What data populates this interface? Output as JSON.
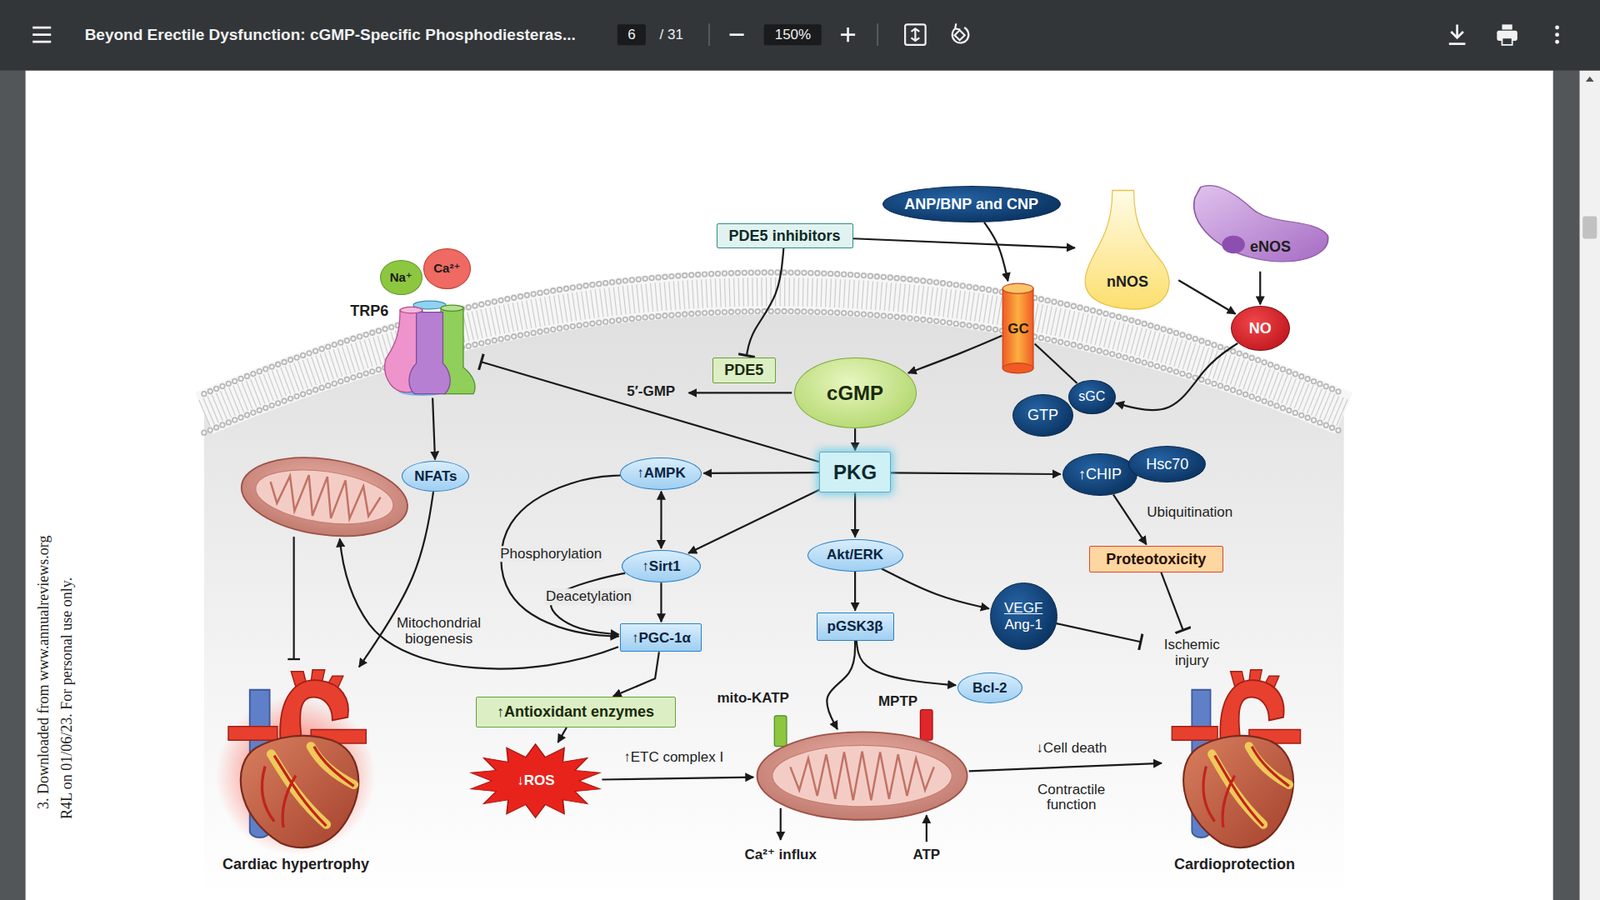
{
  "diagram": {
    "nodes": [
      {
        "text": [
          "ANP/BNP and CNP"
        ]
      },
      {
        "text": [
          "PDE5 inhibitors"
        ]
      },
      {
        "text": [
          "nNOS"
        ]
      },
      {
        "text": [
          "eNOS"
        ]
      },
      {
        "text": [
          "Na⁺"
        ]
      },
      {
        "text": [
          "Ca²⁺"
        ]
      },
      {
        "text": [
          "TRP6"
        ]
      },
      {
        "text": [
          "GC"
        ]
      },
      {
        "text": [
          "NO"
        ]
      },
      {
        "text": [
          "PDE5"
        ]
      },
      {
        "text": [
          "cGMP"
        ]
      },
      {
        "text": [
          "sGC"
        ]
      },
      {
        "text": [
          "GTP"
        ]
      },
      {
        "text": [
          "NFATs"
        ]
      },
      {
        "text": [
          "↑AMPK"
        ]
      },
      {
        "text": [
          "PKG"
        ]
      },
      {
        "text": [
          "↑CHIP"
        ]
      },
      {
        "text": [
          "Hsc70"
        ]
      },
      {
        "text": [
          "↑Sirt1"
        ]
      },
      {
        "text": [
          "Akt/ERK"
        ]
      },
      {
        "text": [
          "Proteotoxicity"
        ]
      },
      {
        "text": [
          "↑PGC-1α"
        ]
      },
      {
        "text": [
          "pGSK3β"
        ]
      },
      {
        "text": [
          "VEGF",
          "Ang-1"
        ]
      },
      {
        "text": [
          "Bcl-2"
        ]
      },
      {
        "text": [
          "↑Antioxidant enzymes"
        ]
      },
      {
        "text": [
          "↓ROS"
        ]
      },
      {
        "text": [
          "mito-KATP",
          "MPTP"
        ]
      },
      {
        "text": [
          "Cardiac hypertrophy"
        ]
      },
      {
        "text": [
          "Cardioprotection"
        ]
      },
      {
        "text": [
          "Ischemic injury"
        ]
      }
    ],
    "edges": [
      {
        "from": 1,
        "to": 2,
        "arrow": "to"
      },
      {
        "from": 1,
        "to": 9,
        "arrow": "to"
      },
      {
        "from": 0,
        "to": 7,
        "arrow": "to"
      },
      {
        "from": 2,
        "to": 8,
        "arrow": "to"
      },
      {
        "from": 3,
        "to": 8,
        "arrow": "to"
      },
      {
        "from": 8,
        "to": 11,
        "arrow": "to"
      },
      {
        "from": 7,
        "to": 10,
        "arrow": "to"
      },
      {
        "from": 11,
        "to": 7,
        "arrow": "none"
      },
      {
        "from": 10,
        "to": 15,
        "arrow": "to"
      },
      {
        "from": 15,
        "to": 6,
        "arrow": "to"
      },
      {
        "from": 6,
        "to": 13,
        "arrow": "to"
      },
      {
        "from": 13,
        "to": 28,
        "arrow": "to"
      },
      {
        "from": 15,
        "to": 14,
        "arrow": "to"
      },
      {
        "from": 15,
        "to": 18,
        "arrow": "to"
      },
      {
        "from": 15,
        "to": 19,
        "arrow": "to"
      },
      {
        "from": 15,
        "to": 16,
        "arrow": "to"
      },
      {
        "from": 14,
        "to": 18,
        "arrow": "both"
      },
      {
        "from": 14,
        "to": 21,
        "label": "Phosphorylation",
        "arrow": "to"
      },
      {
        "from": 18,
        "to": 21,
        "arrow": "to"
      },
      {
        "from": 18,
        "to": 21,
        "label": "Deacetylation",
        "arrow": "to"
      },
      {
        "from": 21,
        "to": 25,
        "arrow": "to"
      },
      {
        "from": 25,
        "to": 26,
        "arrow": "to"
      },
      {
        "from": 26,
        "to": 27,
        "label": "↑ETC complex I",
        "arrow": "to"
      },
      {
        "from": 19,
        "to": 22,
        "arrow": "to"
      },
      {
        "from": 19,
        "to": 23,
        "arrow": "to"
      },
      {
        "from": 22,
        "to": 27,
        "arrow": "to"
      },
      {
        "from": 22,
        "to": 24,
        "arrow": "to"
      },
      {
        "from": 16,
        "to": 20,
        "label": "Ubiquitination",
        "arrow": "to"
      },
      {
        "from": 20,
        "to": 30,
        "arrow": "to"
      },
      {
        "from": 23,
        "to": 30,
        "arrow": "to"
      },
      {
        "from": 27,
        "to": 29,
        "label": "↓Cell death",
        "arrow": "to"
      }
    ],
    "labels": [
      "Beyond Erectile Dysfunction: cGMP-Specific Phosphodiesteras...",
      "6",
      "/ 31",
      "150%",
      "3. Downloaded from www.annualreviews.org",
      "R4L on 01/06/23. For personal use only.",
      "5′-GMP",
      "Mitochondrial biogenesis",
      "Ca²⁺ influx",
      "ATP",
      "Contractile function"
    ]
  }
}
